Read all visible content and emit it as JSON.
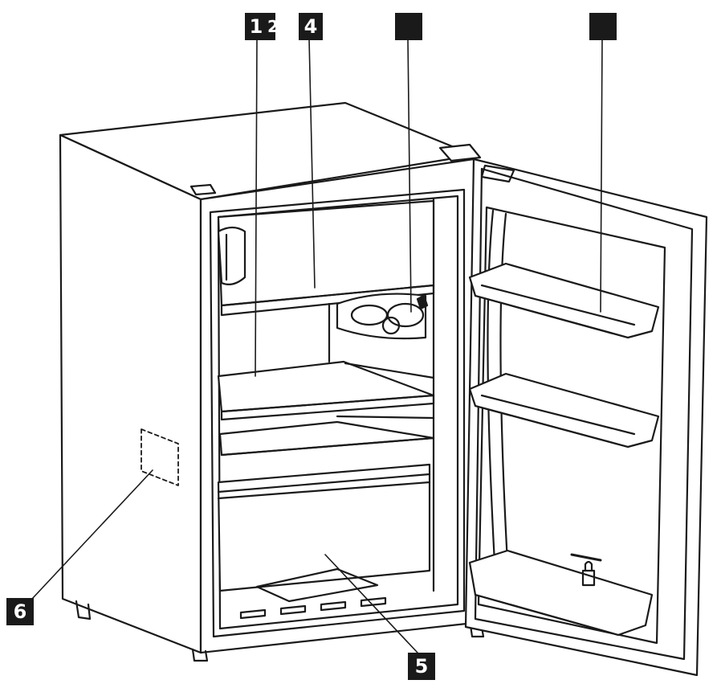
{
  "callouts": {
    "c1": "1",
    "c2": "2",
    "c4": "4",
    "c3": "",
    "c7": "",
    "c6": "6",
    "c5": "5"
  },
  "colors": {
    "line": "#1a1a1a",
    "label_bg": "#1a1a1a",
    "label_text": "#ffffff"
  }
}
